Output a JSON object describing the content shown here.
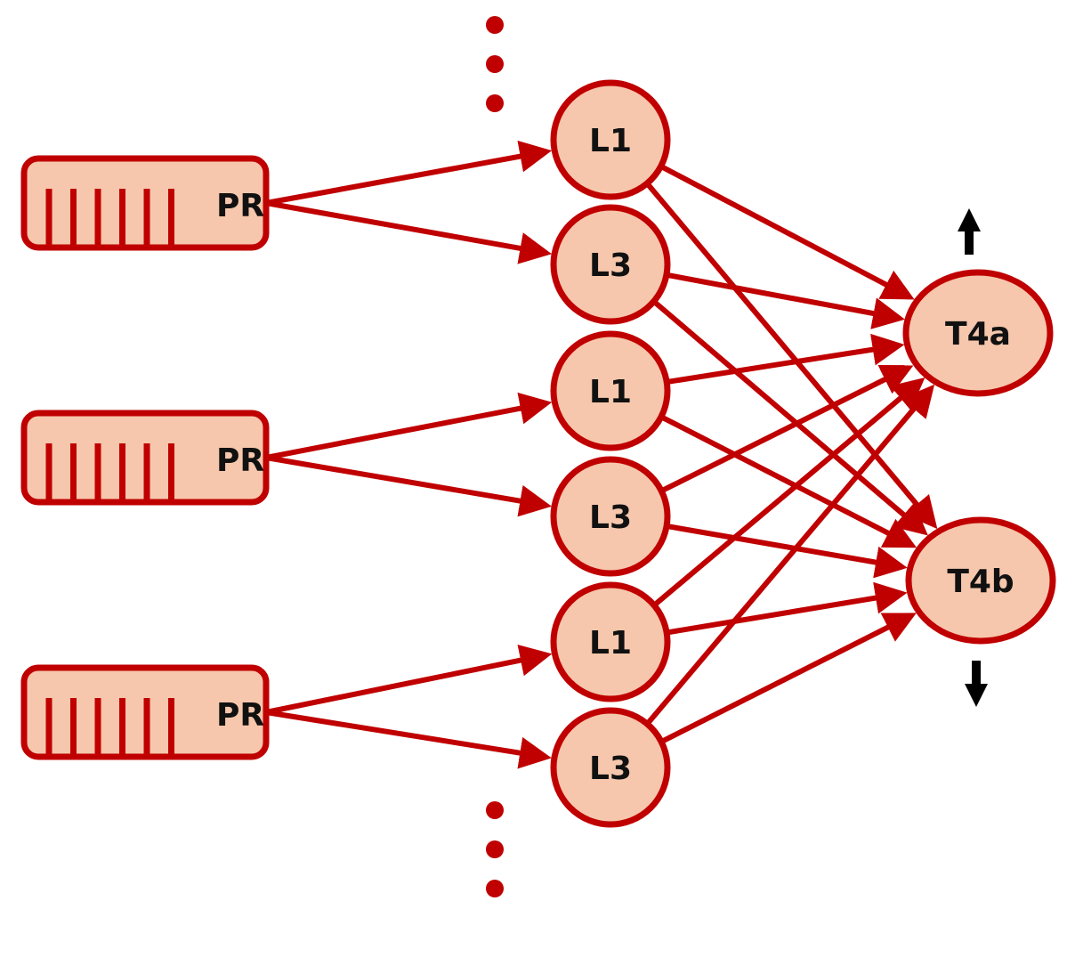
{
  "colors": {
    "stroke": "#C00000",
    "fill": "#F6C7AC",
    "text": "#111111",
    "arrow_black": "#000000",
    "background": "#FFFFFF"
  },
  "nodes": {
    "pr": [
      {
        "id": "pr1",
        "label": "PR",
        "bars": 6
      },
      {
        "id": "pr2",
        "label": "PR",
        "bars": 6
      },
      {
        "id": "pr3",
        "label": "PR",
        "bars": 6
      }
    ],
    "lamina": [
      {
        "id": "l1a",
        "label": "L1"
      },
      {
        "id": "l3a",
        "label": "L3"
      },
      {
        "id": "l1b",
        "label": "L1"
      },
      {
        "id": "l3b",
        "label": "L3"
      },
      {
        "id": "l1c",
        "label": "L1"
      },
      {
        "id": "l3c",
        "label": "L3"
      }
    ],
    "t4": [
      {
        "id": "t4a",
        "label": "T4a",
        "direction": "up"
      },
      {
        "id": "t4b",
        "label": "T4b",
        "direction": "down"
      }
    ]
  },
  "edges": [
    [
      "pr1",
      "l1a"
    ],
    [
      "pr1",
      "l3a"
    ],
    [
      "pr2",
      "l1b"
    ],
    [
      "pr2",
      "l3b"
    ],
    [
      "pr3",
      "l1c"
    ],
    [
      "pr3",
      "l3c"
    ],
    [
      "l1a",
      "t4a"
    ],
    [
      "l1a",
      "t4b"
    ],
    [
      "l3a",
      "t4a"
    ],
    [
      "l3a",
      "t4b"
    ],
    [
      "l1b",
      "t4a"
    ],
    [
      "l1b",
      "t4b"
    ],
    [
      "l3b",
      "t4a"
    ],
    [
      "l3b",
      "t4b"
    ],
    [
      "l1c",
      "t4a"
    ],
    [
      "l1c",
      "t4b"
    ],
    [
      "l3c",
      "t4a"
    ],
    [
      "l3c",
      "t4b"
    ]
  ],
  "ellipsis": {
    "top_count": 3,
    "bottom_count": 3
  }
}
